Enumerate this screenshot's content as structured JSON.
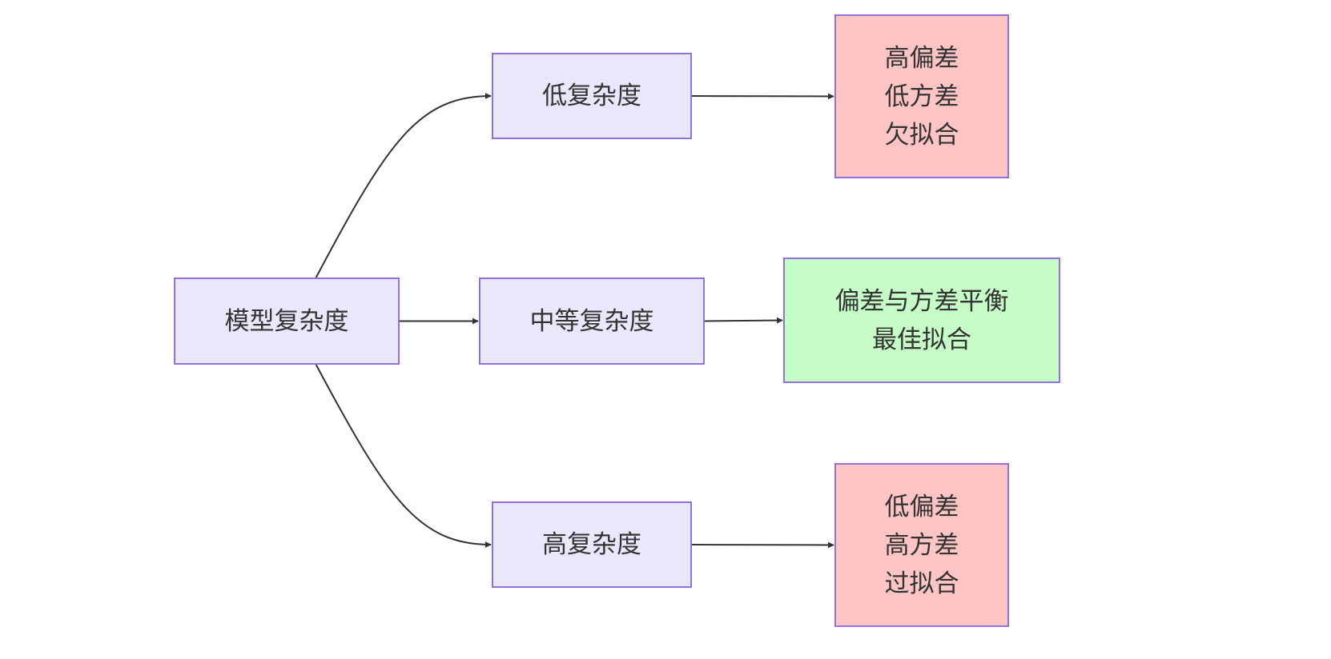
{
  "diagram": {
    "type": "flowchart",
    "direction": "left-to-right",
    "colors": {
      "default_fill": "#e8e8fa",
      "bad_fill": "#ffc4c4",
      "good_fill": "#c6fcc6",
      "border": "#9370db",
      "edge": "#333333",
      "text": "#333333"
    },
    "nodes": [
      {
        "id": "root",
        "lines": [
          "模型复杂度"
        ],
        "style": "default"
      },
      {
        "id": "low",
        "lines": [
          "低复杂度"
        ],
        "style": "default"
      },
      {
        "id": "mid",
        "lines": [
          "中等复杂度"
        ],
        "style": "default"
      },
      {
        "id": "high",
        "lines": [
          "高复杂度"
        ],
        "style": "default"
      },
      {
        "id": "low_result",
        "lines": [
          "高偏差",
          "低方差",
          "欠拟合"
        ],
        "style": "bad"
      },
      {
        "id": "mid_result",
        "lines": [
          "偏差与方差平衡",
          "最佳拟合"
        ],
        "style": "good"
      },
      {
        "id": "high_result",
        "lines": [
          "低偏差",
          "高方差",
          "过拟合"
        ],
        "style": "bad"
      }
    ],
    "edges": [
      {
        "from": "root",
        "to": "low"
      },
      {
        "from": "root",
        "to": "mid"
      },
      {
        "from": "root",
        "to": "high"
      },
      {
        "from": "low",
        "to": "low_result"
      },
      {
        "from": "mid",
        "to": "mid_result"
      },
      {
        "from": "high",
        "to": "high_result"
      }
    ]
  }
}
